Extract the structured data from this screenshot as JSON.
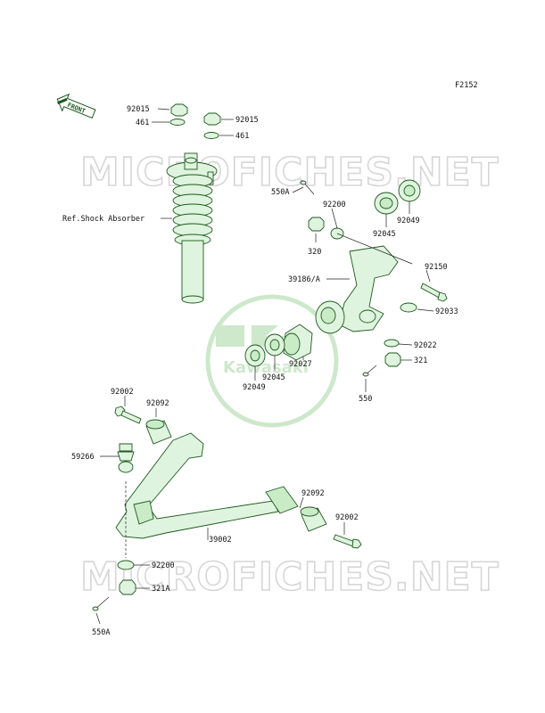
{
  "figure_code": "F2152",
  "front_label": "FRONT",
  "watermark_text": "MICROFICHES.NET",
  "logo_text": "Kawasaki",
  "ref_label": "Ref.Shock Absorber",
  "parts": {
    "nut_92015_a": "92015",
    "washer_461_a": "461",
    "nut_92015_b": "92015",
    "washer_461_b": "461",
    "pin_550A_top": "550A",
    "washer_92200_top": "92200",
    "nut_320": "320",
    "bearing_92045_top": "92045",
    "seal_92049_top": "92049",
    "knuckle_39186A": "39186/A",
    "bolt_92150": "92150",
    "ring_92033": "92033",
    "washer_92022": "92022",
    "nut_321": "321",
    "bearing_92045_mid": "92045",
    "seal_92049_mid": "92049",
    "collar_92027": "92027",
    "pin_550": "550",
    "bolt_92002_top": "92002",
    "bushing_92092_top": "92092",
    "balljoint_59266": "59266",
    "bushing_92092_bottom": "92092",
    "bolt_92002_bottom": "92002",
    "arm_39002": "39002",
    "washer_92200_bottom": "92200",
    "nut_321A": "321A",
    "pin_550A_bottom": "550A"
  },
  "colors": {
    "part_fill": "#dff4de",
    "part_stroke": "#1d5a1d",
    "watermark": "#d6d6d6",
    "logo": "#c8e6c6"
  }
}
